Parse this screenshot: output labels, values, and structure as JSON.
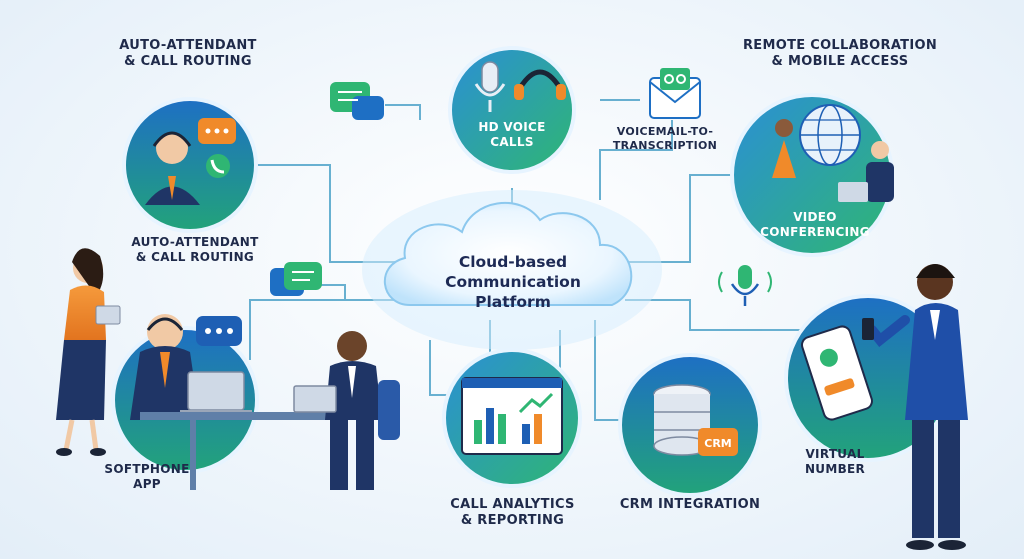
{
  "colors": {
    "navy": "#1f2a4a",
    "teal": "#1aa7a1",
    "blue": "#1e5fb4",
    "green": "#38c172",
    "orange": "#f0852d",
    "line": "#4fa3c9"
  },
  "center": {
    "line1": "Cloud-based",
    "line2": "Communication",
    "line3": "Platform"
  },
  "features": {
    "auto_top": {
      "line1": "AUTO-ATTENDANT",
      "line2": "& CALL ROUTING"
    },
    "auto_mid": {
      "line1": "AUTO-ATTENDANT",
      "line2": "& CALL ROUTING"
    },
    "hd_voice": {
      "line1": "HD VOICE",
      "line2": "CALLS"
    },
    "voicemail": {
      "line1": "VOICEMAIL-TO-",
      "line2": "TRANSCRIPTION"
    },
    "remote": {
      "line1": "REMOTE COLLABORATION",
      "line2": "& MOBILE ACCESS"
    },
    "video": {
      "line1": "VIDEO",
      "line2": "CONFERENCING"
    },
    "softphone": {
      "line1": "SOFTPHONE",
      "line2": "APP"
    },
    "analytics": {
      "line1": "CALL ANALYTICS",
      "line2": "& REPORTING"
    },
    "crm": {
      "label": "CRM INTEGRATION",
      "badge": "CRM"
    },
    "virtual": {
      "line1": "VIRTUAL",
      "line2": "NUMBER"
    }
  },
  "icons": [
    "chat-bubble-icon",
    "headset-icon",
    "microphone-icon",
    "envelope-voicemail-icon",
    "globe-icon",
    "database-icon",
    "bar-chart-icon",
    "smartphone-icon",
    "phone-icon",
    "laptop-icon"
  ]
}
